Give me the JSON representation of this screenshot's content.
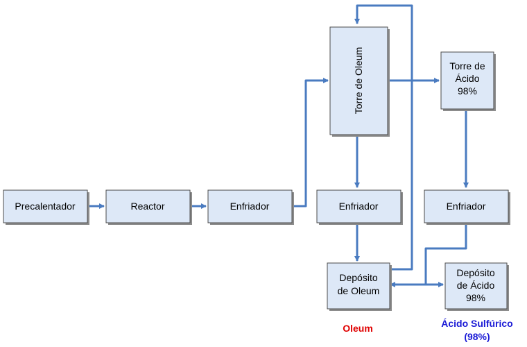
{
  "units": {
    "precalentador": "Precalentador",
    "reactor": "Reactor",
    "enfriador_1": "Enfriador",
    "torre_oleum": "Torre de Oleum",
    "enfriador_2": "Enfriador",
    "deposito_oleum": [
      "Depósito",
      "de Oleum"
    ],
    "torre_acido": [
      "Torre de",
      "Ácido",
      "98%"
    ],
    "enfriador_3": "Enfriador",
    "deposito_acido": [
      "Depósito",
      "de Ácido",
      "98%"
    ]
  },
  "outputs": {
    "oleum": "Oleum",
    "acido": [
      "Ácido Sulfúrico",
      "(98%)"
    ]
  },
  "colors": {
    "pipe": "#4a7bc0",
    "box_fill": "#dde8f7",
    "oleum_label": "#e00000",
    "acido_label": "#1a1ad6"
  }
}
